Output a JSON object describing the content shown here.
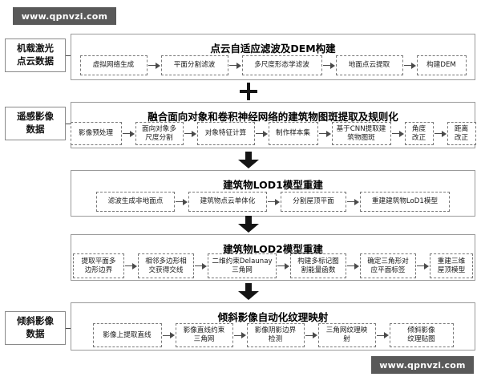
{
  "watermarks": {
    "top": "www.qpnvzi.com",
    "bottom": "www.qpnvzi.com"
  },
  "inputs": [
    {
      "label": "机载激光\n点云数据",
      "line1": "机载激光",
      "line2": "点云数据"
    },
    {
      "label": "遥感影像\n数据",
      "line1": "遥感影像",
      "line2": "数据"
    },
    {
      "label": "倾斜影像\n数据",
      "line1": "倾斜影像",
      "line2": "数据"
    }
  ],
  "connectors": {
    "plus_symbol": "+",
    "arrow_symbol": "↓"
  },
  "stages": [
    {
      "title": "点云自适应滤波及DEM构建",
      "steps": [
        {
          "line1": "虚拟网络生成",
          "line2": "",
          "width": 84
        },
        {
          "line1": "平面分割滤波",
          "line2": "",
          "width": 84
        },
        {
          "line1": "多尺度形态学滤波",
          "line2": "",
          "width": 100
        },
        {
          "line1": "地面点云提取",
          "line2": "",
          "width": 84
        },
        {
          "line1": "构建DEM",
          "line2": "",
          "width": 62
        }
      ]
    },
    {
      "title": "融合面向对象和卷积神经网络的建筑物图斑提取及规则化",
      "steps": [
        {
          "line1": "影像预处理",
          "line2": "",
          "width": 64
        },
        {
          "line1": "面向对象多",
          "line2": "尺度分割",
          "width": 60
        },
        {
          "line1": "对象特征计算",
          "line2": "",
          "width": 72
        },
        {
          "line1": "制作样本集",
          "line2": "",
          "width": 62
        },
        {
          "line1": "基于CNN提取建",
          "line2": "筑物图斑",
          "width": 74
        },
        {
          "line1": "角度",
          "line2": "改正",
          "width": 36
        },
        {
          "line1": "距离",
          "line2": "改正",
          "width": 36
        }
      ]
    },
    {
      "title": "建筑物LOD1模型重建",
      "steps": [
        {
          "line1": "滤波生成非地面点",
          "line2": "",
          "width": 98
        },
        {
          "line1": "建筑物点云单体化",
          "line2": "",
          "width": 98
        },
        {
          "line1": "分割屋顶平面",
          "line2": "",
          "width": 82
        },
        {
          "line1": "重建建筑物LoD1模型",
          "line2": "",
          "width": 112
        }
      ]
    },
    {
      "title": "建筑物LOD2模型重建",
      "steps": [
        {
          "line1": "提取平面多",
          "line2": "边形边界",
          "width": 64
        },
        {
          "line1": "相邻多边形相",
          "line2": "交获得交线",
          "width": 70
        },
        {
          "line1": "二维约束Delaunay",
          "line2": "三角网",
          "width": 86
        },
        {
          "line1": "构建多标记图",
          "line2": "割能量函数",
          "width": 70
        },
        {
          "line1": "确定三角形对",
          "line2": "应平面标签",
          "width": 70
        },
        {
          "line1": "重建三维",
          "line2": "屋顶模型",
          "width": 54
        }
      ]
    },
    {
      "title": "倾斜影像自动化纹理映射",
      "steps": [
        {
          "line1": "影像上提取直线",
          "line2": "",
          "width": 86
        },
        {
          "line1": "影像直线约束",
          "line2": "三角网",
          "width": 72
        },
        {
          "line1": "影像阴影边界",
          "line2": "检测",
          "width": 72
        },
        {
          "line1": "三角网纹理映",
          "line2": "射",
          "width": 72
        },
        {
          "line1": "倾斜影像",
          "line2": "纹理贴图",
          "width": 80
        }
      ]
    }
  ]
}
